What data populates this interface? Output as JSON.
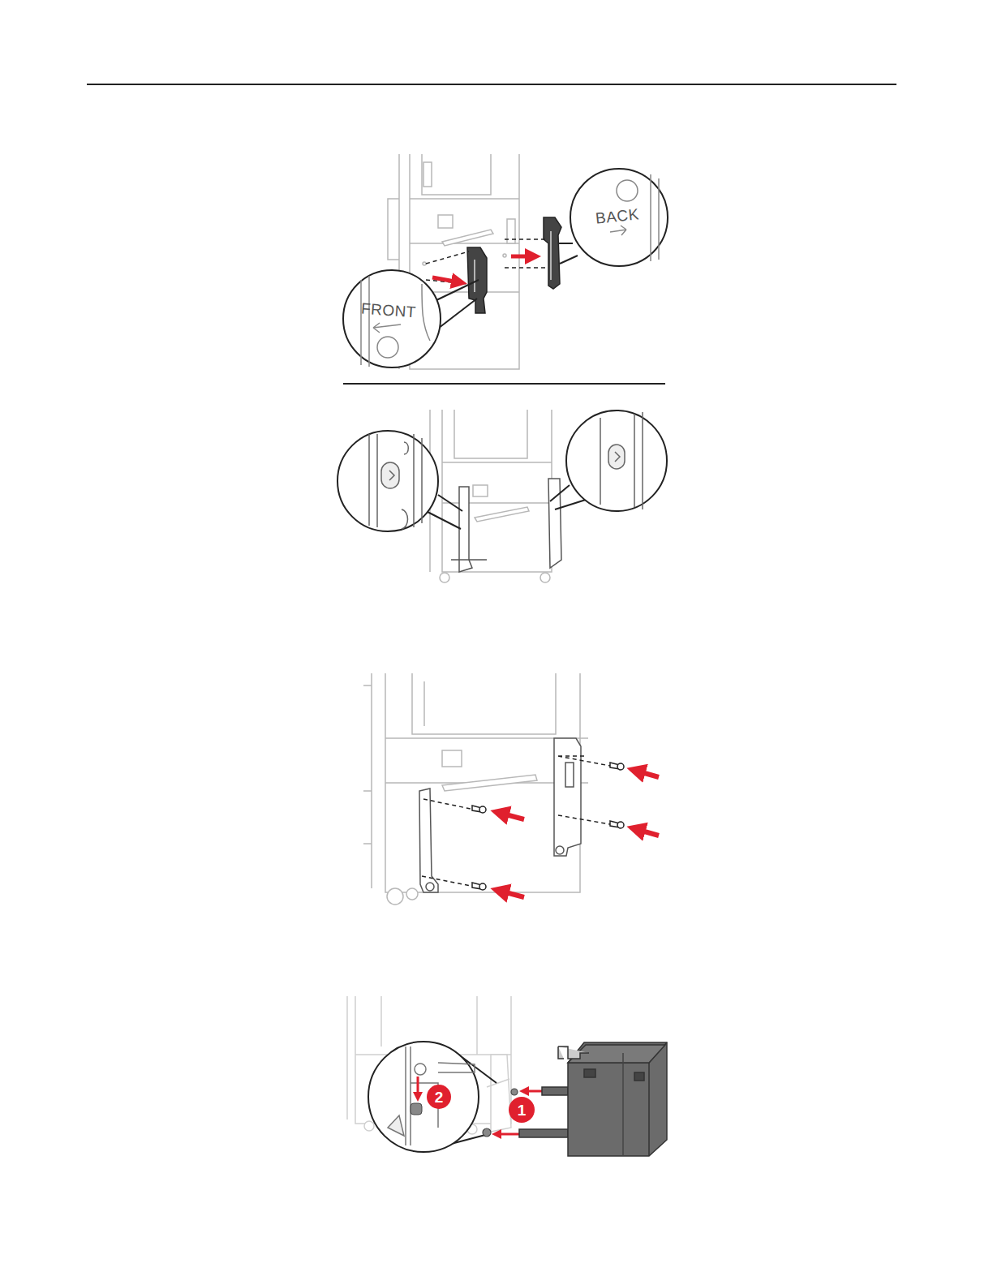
{
  "diagram": {
    "labels": [
      "BACK",
      "FRONT",
      "2",
      "1"
    ]
  }
}
